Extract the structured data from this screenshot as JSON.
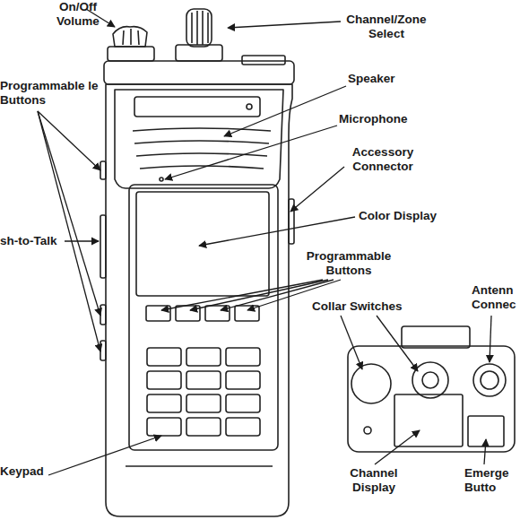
{
  "diagram": {
    "labels": [
      "On/Off Volume",
      "Channel/Zone Select",
      "Programmable le Buttons",
      "Speaker",
      "Microphone",
      "Accessory Connector",
      "sh-to-Talk",
      "Color Display",
      "Programmable Buttons",
      "Collar Switches",
      "Antenn Connec",
      "Keypad",
      "Channel Display",
      "Emerge Butto"
    ]
  }
}
